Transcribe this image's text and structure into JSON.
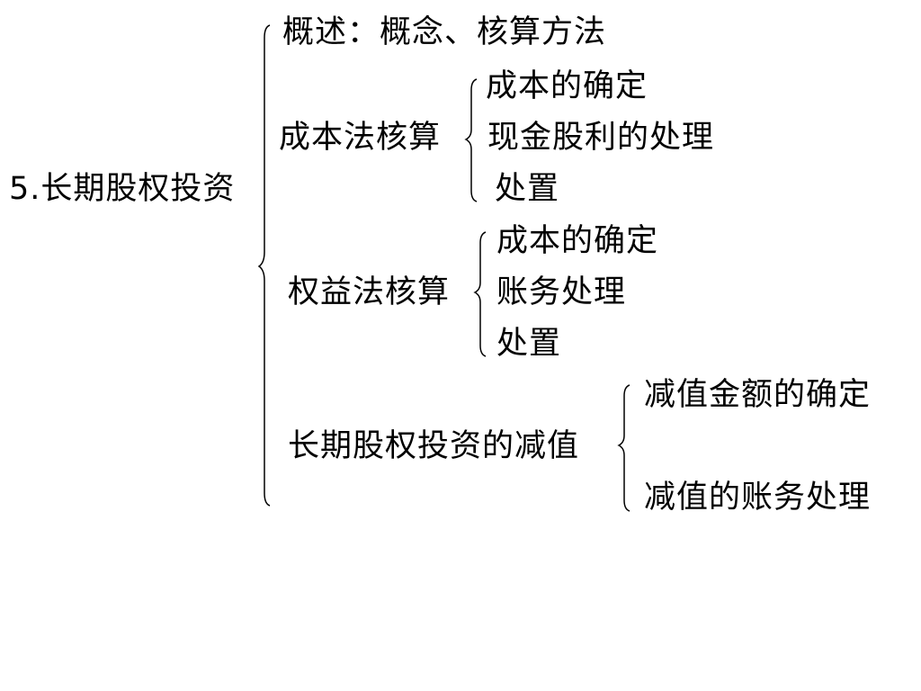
{
  "root": {
    "label": "5.长期股权投资"
  },
  "overview": {
    "label": "概述：概念、核算方法"
  },
  "cost_method": {
    "label": "成本法核算",
    "items": [
      "成本的确定",
      "现金股利的处理",
      "处置"
    ]
  },
  "equity_method": {
    "label": "权益法核算",
    "items": [
      "成本的确定",
      "账务处理",
      "处置"
    ]
  },
  "impairment": {
    "label": "长期股权投资的减值",
    "items": [
      "减值金额的确定",
      "减值的账务处理"
    ]
  }
}
